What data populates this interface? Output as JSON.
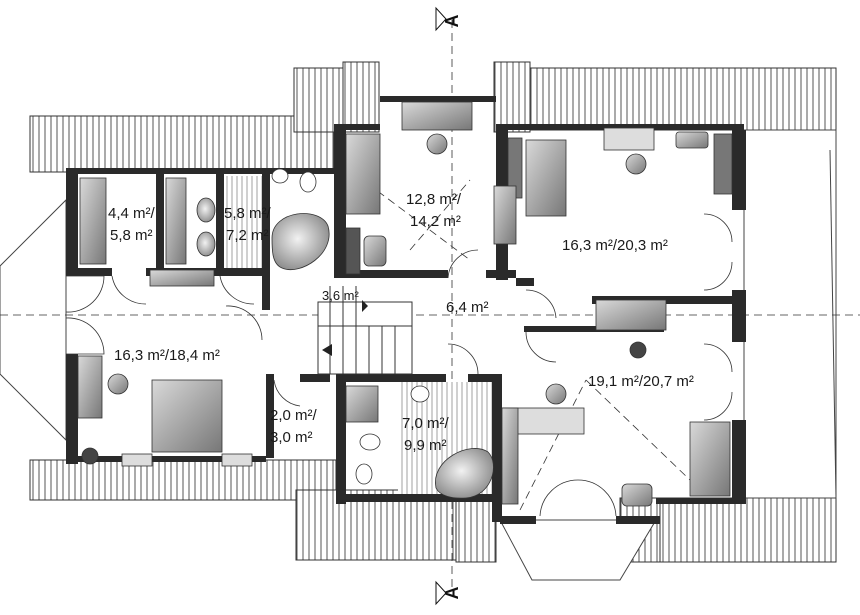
{
  "section_marker": {
    "letter": "A"
  },
  "rooms": [
    {
      "id": "bath-left",
      "line1": "4,4 m²/",
      "line2": "5,8 m²"
    },
    {
      "id": "bath-mid",
      "line1": "5,8 m²/",
      "line2": "7,2 m²"
    },
    {
      "id": "room-top-mid",
      "line1": "12,8 m²/",
      "line2": "14,2 m²"
    },
    {
      "id": "room-top-right",
      "line1": "16,3 m²/20,3 m²",
      "line2": ""
    },
    {
      "id": "stairs",
      "line1": "3,6 m²",
      "line2": ""
    },
    {
      "id": "hall",
      "line1": "6,4 m²",
      "line2": ""
    },
    {
      "id": "room-left",
      "line1": "16,3 m²/18,4 m²",
      "line2": ""
    },
    {
      "id": "room-right",
      "line1": "19,1 m²/20,7 m²",
      "line2": ""
    },
    {
      "id": "closet",
      "line1": "2,0 m²/",
      "line2": "3,0 m²"
    },
    {
      "id": "bath-bottom",
      "line1": "7,0 m²/",
      "line2": "9,9 m²"
    }
  ]
}
